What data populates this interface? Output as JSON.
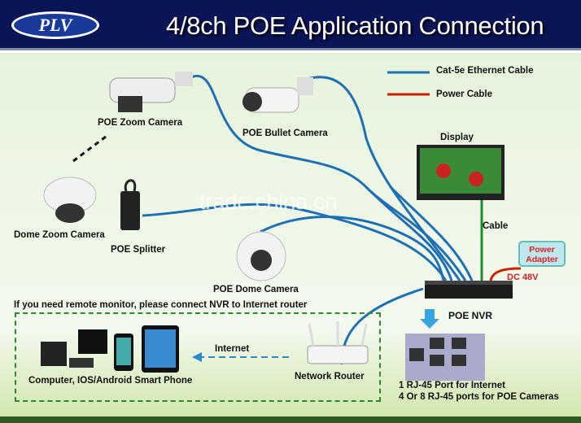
{
  "header": {
    "logo": "PLV",
    "title": "4/8ch POE Application Connection"
  },
  "legend": [
    {
      "label": "Cat-5e Ethernet Cable",
      "color": "#1f6fb5"
    },
    {
      "label": "Power Cable",
      "color": "#cc2200"
    }
  ],
  "devices": {
    "zoom_camera": "POE Zoom Camera",
    "bullet_camera": "POE Bullet Camera",
    "display": "Display",
    "dome_zoom_camera": "Dome Zoom Camera",
    "splitter": "POE Splitter",
    "dome_camera": "POE Dome Camera",
    "display_cable": "Cable",
    "power_adapter": "Power Adapter",
    "dc": "DC 48V",
    "nvr": "POE NVR",
    "router": "Network Router",
    "clients": "Computer, IOS/Android Smart Phone",
    "internet": "Internet"
  },
  "remote_note": "If you need remote monitor, please connect NVR to Internet router",
  "ports_note": [
    "1 RJ-45 Port for Internet",
    "4  Or 8 RJ-45 ports for POE Cameras"
  ],
  "watermark": "trade.china.cn"
}
